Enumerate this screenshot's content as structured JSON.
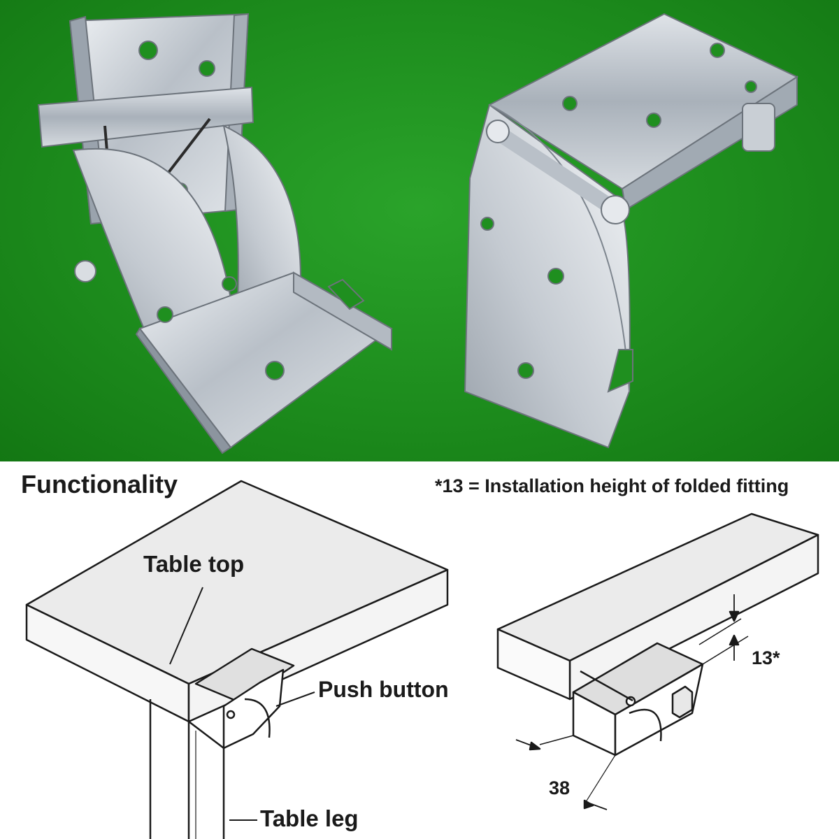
{
  "colors": {
    "background_green": "#1f8f1f",
    "metal": "#c8cdd3",
    "line": "#1a1a1a"
  },
  "photos": {
    "left": "hinge-open-icon",
    "right": "hinge-folded-icon"
  },
  "diagram": {
    "heading": "Functionality",
    "footnote": "*13 = Installation height of folded fitting",
    "labels": {
      "table_top": "Table top",
      "push_button": "Push button",
      "table_leg": "Table leg"
    },
    "dimensions": {
      "height": "13*",
      "width": "38"
    }
  }
}
